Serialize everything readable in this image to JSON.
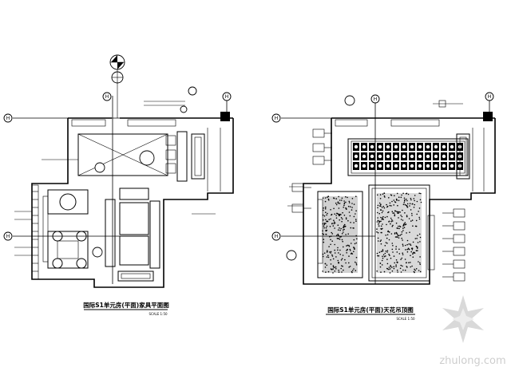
{
  "axes": {
    "left": "H",
    "right": "H",
    "top_left": "H",
    "top_right": "H"
  },
  "titles": {
    "left": "国际S1单元房(平面)家具平面图",
    "right": "国际S1单元房(平面)天花吊顶图",
    "left_scale": "SCALE 1:50",
    "right_scale": "SCALE 1:50"
  },
  "watermark": {
    "text": "zhulong.com"
  },
  "colors": {
    "line": "#000000",
    "watermark": "#b9b9b9"
  }
}
